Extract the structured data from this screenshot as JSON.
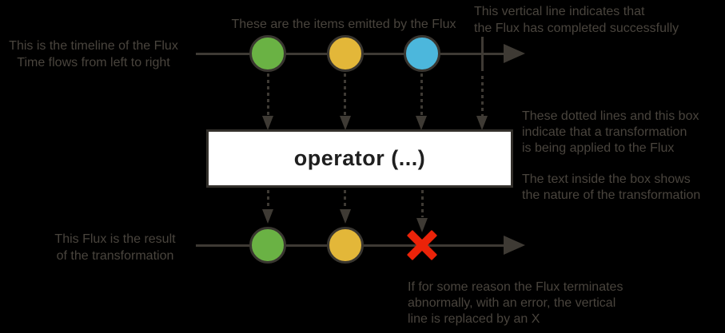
{
  "colors": {
    "background": "#000000",
    "annotation_text": "#49443d",
    "line": "#3e3a34",
    "marble_outline": "#393630",
    "green": "#6ab244",
    "yellow": "#e3b739",
    "blue": "#4cb7dc",
    "error_red": "#eb2309",
    "operator_box_bg": "#ffffff",
    "operator_box_border": "#33302b",
    "operator_text": "#1f1f1f"
  },
  "annotations": {
    "timeline_note": {
      "line1": "This is the timeline of the Flux",
      "line2": "Time flows from left to right"
    },
    "items_note": "These are the items emitted by the Flux",
    "complete_note": {
      "line1": "This vertical line indicates that",
      "line2": "the Flux has completed successfully"
    },
    "transform_note": {
      "line1": "These dotted lines and this box",
      "line2": "indicate that a transformation",
      "line3": "is being applied to the Flux",
      "line4": "The text inside the box shows",
      "line5": "the nature of the transformation"
    },
    "result_note": {
      "line1": "This Flux is the result",
      "line2": "of the transformation"
    },
    "error_note": {
      "line1": "If for some reason the Flux terminates",
      "line2": "abnormally, with an error, the vertical",
      "line3": "line is replaced by an X"
    }
  },
  "operator_box": {
    "label": "operator (...)"
  },
  "marbles": {
    "source": [
      "green",
      "yellow",
      "blue"
    ],
    "result": [
      "green",
      "yellow"
    ]
  }
}
